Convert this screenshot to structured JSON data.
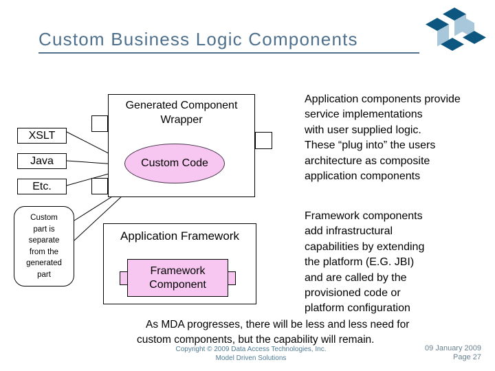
{
  "slide": {
    "title": "Custom Business Logic Components"
  },
  "diagram": {
    "wrapper_label": "Generated Component\nWrapper",
    "custom_code_label": "Custom Code",
    "left_boxes": [
      "XSLT",
      "Java",
      "Etc."
    ],
    "callout_text": "Custom\npart is\nseparate\nfrom the\ngenerated\npart",
    "framework_label": "Application Framework",
    "framework_component_label": "Framework\nComponent"
  },
  "notes": {
    "note1": "Application components provide\nservice implementations\nwith user supplied logic.\nThese “plug into” the users\narchitecture as composite\napplication components",
    "note2": "Framework components\nadd infrastructural\ncapabilities by extending\nthe platform (E.G. JBI)\nand are called by the\nprovisioned code or\nplatform configuration"
  },
  "footer": {
    "message": "As MDA progresses, there will be less and less need for\ncustom components, but the capability will remain.",
    "copyright": "Copyright © 2009 Data Access Technologies, Inc.\nModel Driven Solutions",
    "date": "09 January 2009",
    "page": "Page 27"
  },
  "colors": {
    "accent": "#4e708c",
    "diagram_pink": "#f7c6f1",
    "logo_dark": "#0d567f",
    "logo_light": "#a9c7da",
    "footer_blue": "#4d7a94",
    "footer_gray": "#68818f"
  }
}
